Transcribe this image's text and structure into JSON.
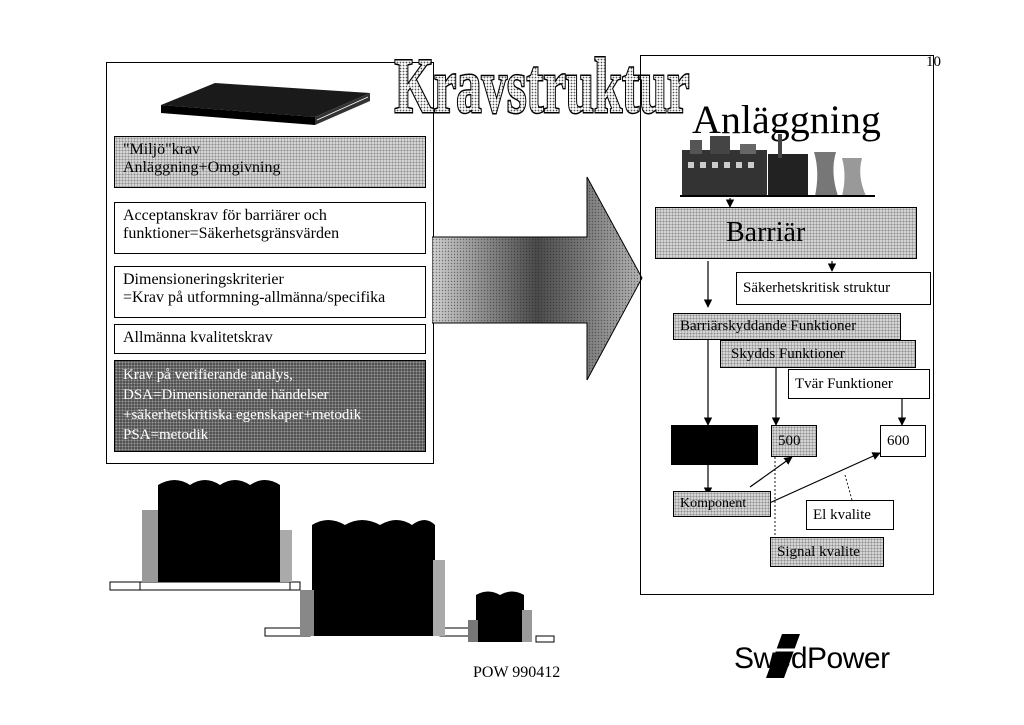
{
  "page_number": "10",
  "title": "Kravstruktur",
  "left_column": {
    "rows": [
      {
        "lines": [
          "\"Miljö\"krav",
          "Anläggning+Omgivning"
        ]
      },
      {
        "lines": [
          "Acceptanskrav för barriärer och",
          "funktioner=Säkerhetsgränsvärden"
        ]
      },
      {
        "lines": [
          "Dimensioneringskriterier",
          "=Krav på utformning-allmänna/specifika"
        ]
      },
      {
        "lines": [
          "Allmänna kvalitetskrav"
        ]
      },
      {
        "lines": [
          "Krav på verifierande analys,",
          "DSA=Dimensionerande händelser",
          "+säkerhetskritiska egenskaper+metodik",
          "PSA=metodik"
        ]
      }
    ]
  },
  "right_column": {
    "heading": "Anläggning",
    "barrier": "Barriär",
    "safety_structure": "Säkerhetskritisk struktur",
    "barrier_functions": "Barriärskyddande Funktioner",
    "protection_functions": "Skydds Funktioner",
    "cross_functions": "Tvär Funktioner",
    "box_500": "500",
    "box_600": "600",
    "component": "Komponent",
    "el_quality": "El kvalite",
    "signal_quality": "Signal kvalite"
  },
  "footer": {
    "code": "POW 990412",
    "logo_text": "SwedPower"
  }
}
